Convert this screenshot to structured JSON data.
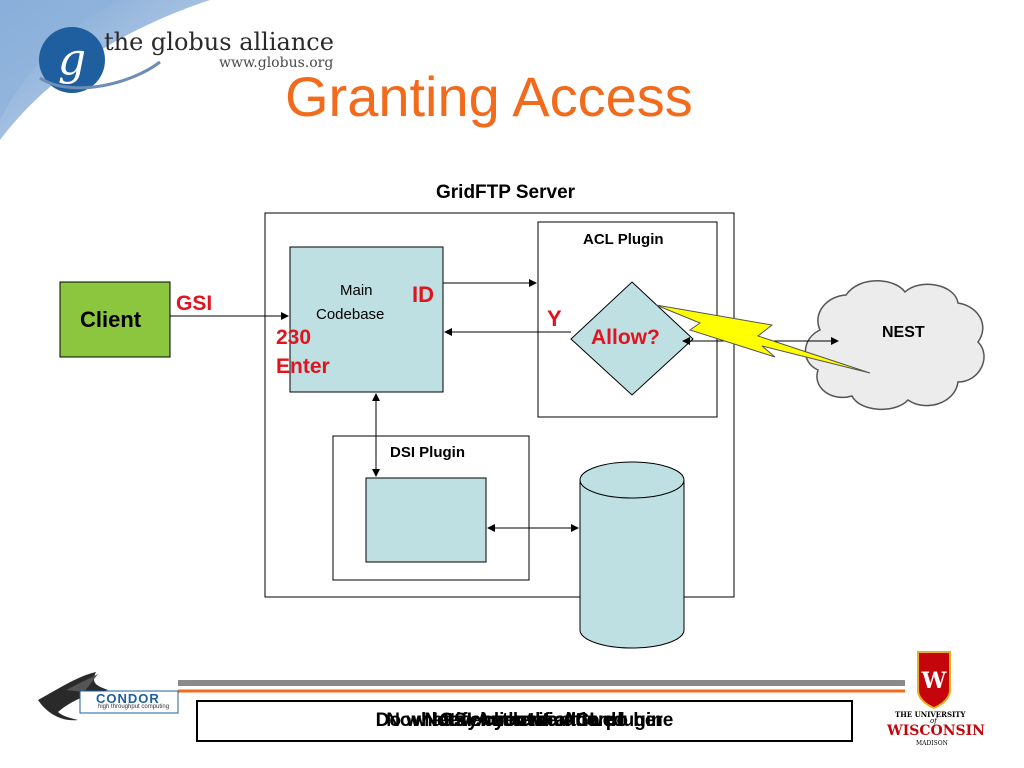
{
  "header": {
    "logo_name": "the globus alliance",
    "logo_url": "www.globus.org",
    "title": "Granting Access"
  },
  "diagram": {
    "server_label": "GridFTP Server",
    "acl_plugin_label": "ACL Plugin",
    "dsi_plugin_label": "DSI Plugin",
    "main_codebase_line1": "Main",
    "main_codebase_line2": "Codebase",
    "client_label": "Client",
    "nest_label": "NEST",
    "allow_label": "Allow?",
    "gsi_label": "GSI",
    "id_label": "ID",
    "y_label": "Y",
    "reply_line1": "230",
    "reply_line2": "Enter"
  },
  "footer": {
    "condor_logo_text": "CONDOR",
    "condor_tagline": "high throughput computing",
    "uw_line1": "THE UNIVERSITY",
    "uw_line2": "of",
    "uw_line3": "WISCONSIN",
    "uw_line4": "MADISON",
    "caption_layers": [
      "Do whatever you want to do here",
      "Now lets check the ACL plugin",
      "GSI Authentication",
      "Notify client if allowed"
    ]
  },
  "colors": {
    "title_orange": "#f26a1b",
    "accent_red": "#e0141e",
    "box_fill": "#bfe0e3",
    "client_green": "#8cc63f",
    "lightning_yellow": "#ffff00",
    "globus_blue": "#1f5fa0"
  }
}
